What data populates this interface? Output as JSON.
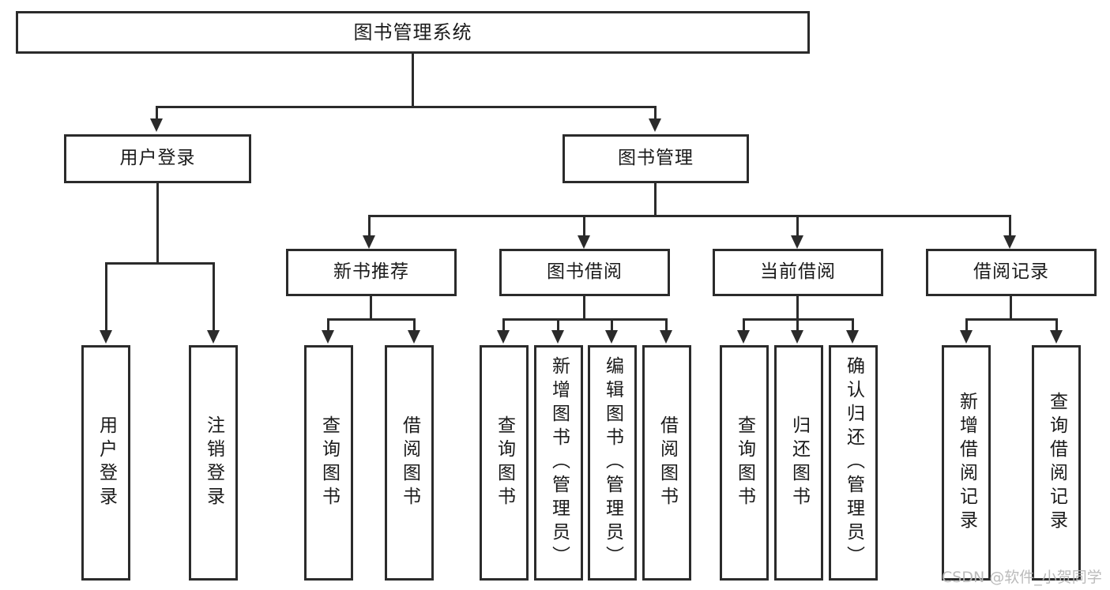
{
  "diagram": {
    "type": "tree-hierarchy-chart",
    "title": "图书管理系统",
    "levels": 4,
    "root": {
      "label": "图书管理系统"
    },
    "level2": [
      {
        "id": "user-login",
        "label": "用户登录"
      },
      {
        "id": "book-management",
        "label": "图书管理"
      }
    ],
    "level3": [
      {
        "id": "new-book-recommend",
        "label": "新书推荐",
        "parent": "book-management"
      },
      {
        "id": "book-borrow",
        "label": "图书借阅",
        "parent": "book-management"
      },
      {
        "id": "current-borrow",
        "label": "当前借阅",
        "parent": "book-management"
      },
      {
        "id": "borrow-record",
        "label": "借阅记录",
        "parent": "book-management"
      }
    ],
    "leaves": {
      "user-login": [
        {
          "id": "leaf-user-login",
          "label": "用户登录"
        },
        {
          "id": "leaf-logout",
          "label": "注销登录"
        }
      ],
      "new-book-recommend": [
        {
          "id": "leaf-query-book-1",
          "label": "查询图书"
        },
        {
          "id": "leaf-borrow-book-1",
          "label": "借阅图书"
        }
      ],
      "book-borrow": [
        {
          "id": "leaf-query-book-2",
          "label": "查询图书"
        },
        {
          "id": "leaf-add-book",
          "label": "新增图书（管理员）"
        },
        {
          "id": "leaf-edit-book",
          "label": "编辑图书（管理员）"
        },
        {
          "id": "leaf-borrow-book-2",
          "label": "借阅图书"
        }
      ],
      "current-borrow": [
        {
          "id": "leaf-query-book-3",
          "label": "查询图书"
        },
        {
          "id": "leaf-return-book",
          "label": "归还图书"
        },
        {
          "id": "leaf-confirm-return",
          "label": "确认归还（管理员）"
        }
      ],
      "borrow-record": [
        {
          "id": "leaf-add-record",
          "label": "新增借阅记录"
        },
        {
          "id": "leaf-query-record",
          "label": "查询借阅记录"
        }
      ]
    }
  },
  "watermark": {
    "text": "CSDN @软件_小贺同学"
  },
  "colors": {
    "stroke": "#2b2b2b",
    "fill": "#ffffff",
    "text": "#1a1a1a",
    "watermark": "#b8b8b8"
  }
}
